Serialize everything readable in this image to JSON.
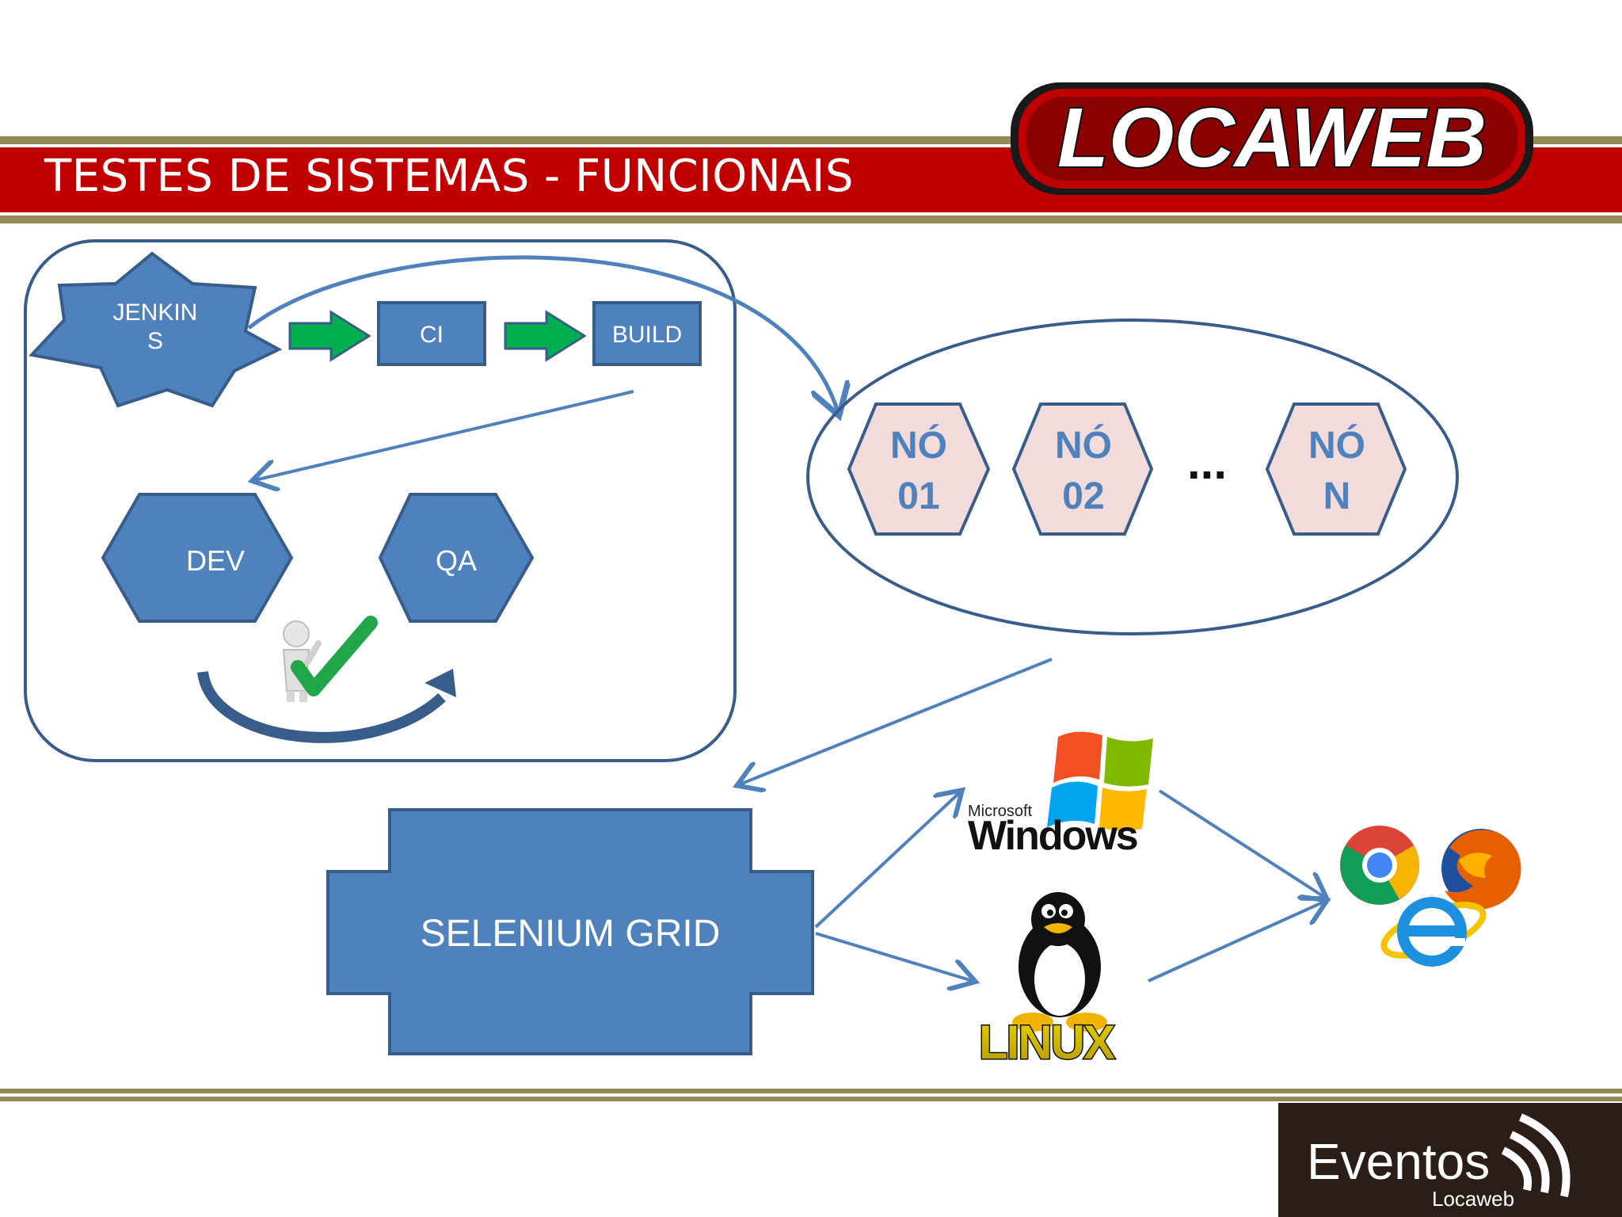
{
  "slide": {
    "title": "TESTES DE SISTEMAS - FUNCIONAIS",
    "logo_text": "LOCAWEB",
    "footer_logo": {
      "main": "Eventos",
      "sub": "Locaweb"
    }
  },
  "pipeline": {
    "jenkins_line1": "JENKIN",
    "jenkins_line2": "S",
    "ci": "CI",
    "build": "BUILD",
    "dev": "DEV",
    "qa": "QA"
  },
  "nodes": {
    "n1_line1": "NÓ",
    "n1_line2": "01",
    "n2_line1": "NÓ",
    "n2_line2": "02",
    "ellipsis": "...",
    "n3_line1": "NÓ",
    "n3_line2": "N"
  },
  "grid": {
    "label": "SELENIUM GRID"
  },
  "os": {
    "windows_brand": "Microsoft",
    "windows_name": "Windows",
    "linux_name": "LINUX"
  },
  "colors": {
    "banner_red": "#c00000",
    "banner_olive": "#948a54",
    "shape_blue": "#4f81bd",
    "shape_stroke": "#385d8a",
    "node_fill": "#f2dcdb",
    "arrow_green": "#00b050"
  },
  "icons": [
    "check-person-icon",
    "windows-logo-icon",
    "tux-penguin-icon",
    "chrome-icon",
    "firefox-icon",
    "ie-icon"
  ]
}
